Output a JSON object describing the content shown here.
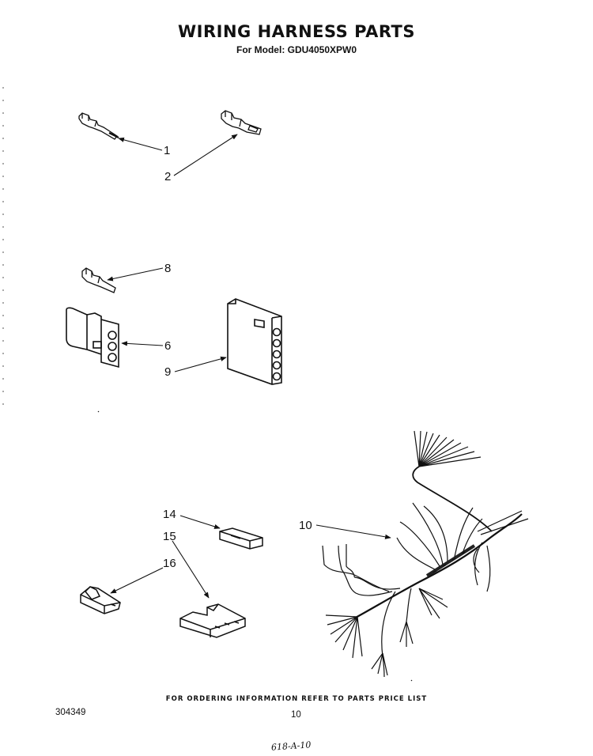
{
  "title": "WIRING HARNESS PARTS",
  "subtitle": "For Model: GDU4050XPW0",
  "callouts": {
    "c1": "1",
    "c2": "2",
    "c8": "8",
    "c6": "6",
    "c9": "9",
    "c14": "14",
    "c15": "15",
    "c16": "16",
    "c10": "10"
  },
  "footer": {
    "ordering_note": "FOR ORDERING INFORMATION REFER TO PARTS PRICE LIST",
    "doc_number": "304349",
    "page_number": "10",
    "handwritten_code": "618-A-10"
  }
}
